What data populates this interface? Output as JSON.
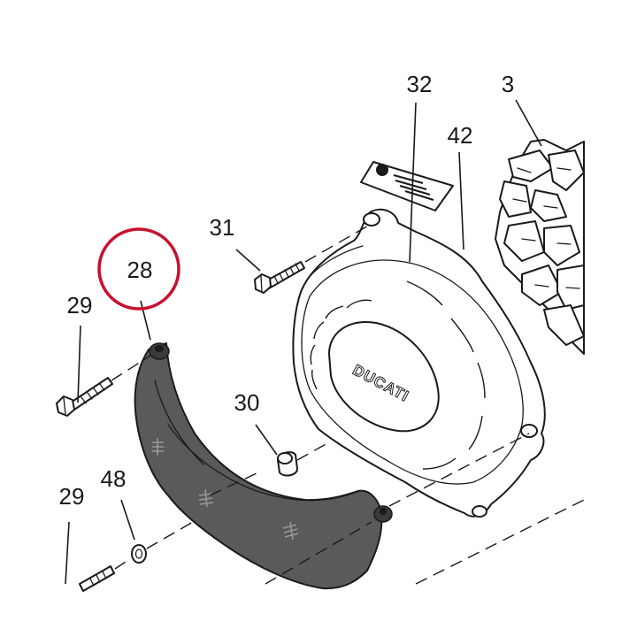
{
  "callouts": {
    "c3": "3",
    "c28": "28",
    "c29a": "29",
    "c29b": "29",
    "c30": "30",
    "c31": "31",
    "c32": "32",
    "c42": "42",
    "c48": "48"
  },
  "cover": {
    "logo_text": "DUCATI"
  },
  "highlight": {
    "part": "28",
    "ring_color": "#c8102e"
  }
}
